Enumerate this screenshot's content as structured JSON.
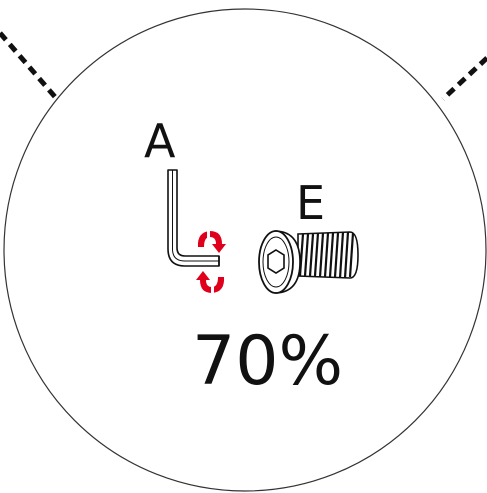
{
  "detail": {
    "part_a_label": "A",
    "part_e_label": "E",
    "percent_text": "70%",
    "part_a_icon": "hex-key-icon",
    "part_e_icon": "hex-socket-screw-icon",
    "rotation_icon": "rotation-arrows-icon",
    "rotation_color": "#e0001b",
    "line_color": "#111111"
  }
}
